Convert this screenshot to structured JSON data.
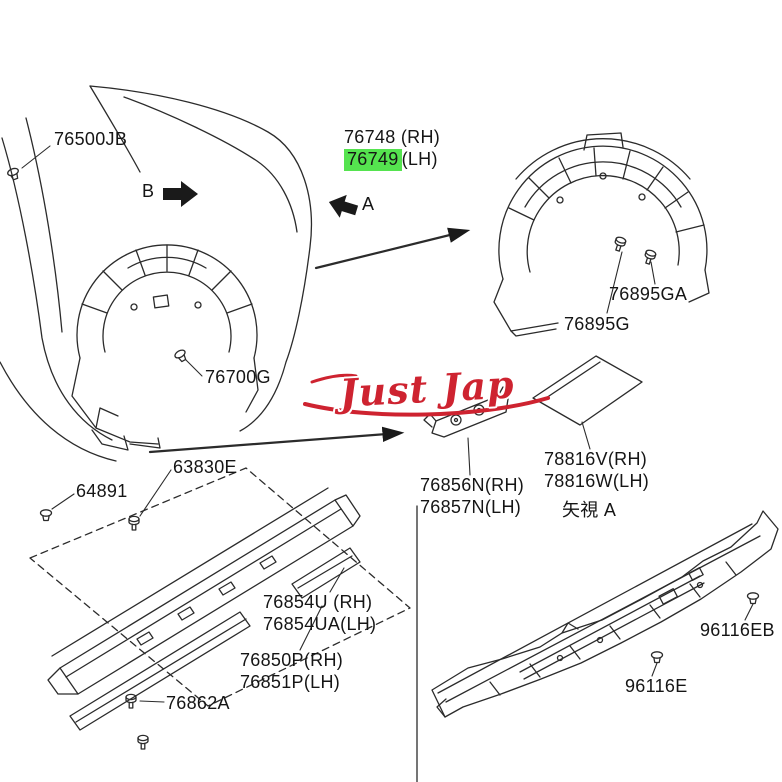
{
  "watermark": {
    "text": "Just Jap"
  },
  "colors": {
    "highlight": "#55e34f",
    "watermark": "#ce2330",
    "line": "#2b2b2b"
  },
  "view_arrows": {
    "a": "A",
    "b": "B"
  },
  "view_label": "矢視 A",
  "parts": {
    "p76500jb": "76500JB",
    "p76748": "76748 (RH)",
    "p76749": "76749",
    "p76749_suffix": "(LH)",
    "p76700g": "76700G",
    "p76895ga": "76895GA",
    "p76895g": "76895G",
    "p63830e": "63830E",
    "p64891": "64891",
    "p76856n": "76856N(RH)",
    "p76857n": "76857N(LH)",
    "p78816v": "78816V(RH)",
    "p78816w": "78816W(LH)",
    "p76854u": "76854U (RH)",
    "p76854ua": "76854UA(LH)",
    "p76850p": "76850P(RH)",
    "p76851p": "76851P(LH)",
    "p76862a": "76862A",
    "p96116eb": "96116EB",
    "p96116e": "96116E"
  }
}
